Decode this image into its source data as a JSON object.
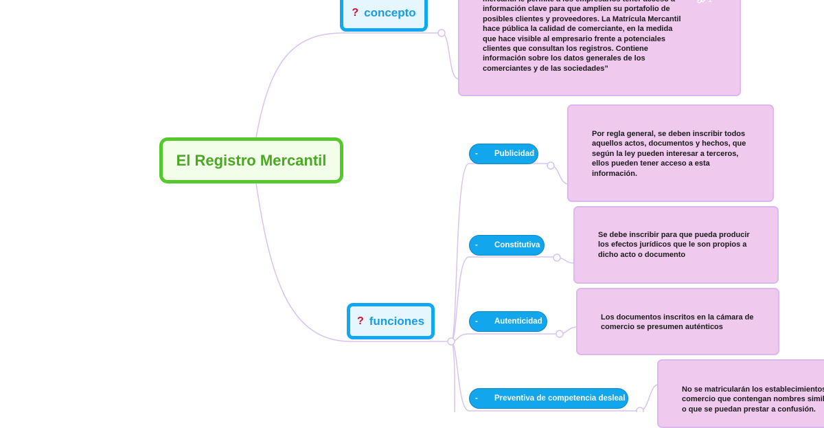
{
  "root": {
    "label": "El Registro Mercantil"
  },
  "topics": {
    "concepto": {
      "marker": "?",
      "label": "concepto"
    },
    "funciones": {
      "marker": "?",
      "label": "funciones"
    }
  },
  "notes": {
    "concepto": "mercantil le permite a los empresarios tener acceso a\ninformación clave para que amplíen su portafolio de\nposibles clientes y proveedores. La Matrícula Mercantil\nhace pública la calidad de comerciante, en la medida\nque hace visible al empresario frente a potenciales\nclientes que consultan los registros. Contiene\ninformación sobre los datos generales de los\ncomerciantes y de las sociedades”",
    "concepto_link_count": "1",
    "publicidad": "Por regla general, se deben inscribir todos\naquellos actos, documentos y hechos, que\nsegún la ley pueden interesar a terceros,\nellos pueden tener acceso a esta\ninformación.",
    "constitutiva": "Se debe inscribir para que pueda producir\nlos efectos jurídicos que le son propios a\ndicho acto o documento",
    "autenticidad": "Los documentos inscritos en la cámara de\ncomercio se presumen auténticos",
    "preventiva": "No se matricularán los establecimientos de\ncomercio que contengan nombres similares\no que se puedan prestar a confusión."
  },
  "funciones": [
    {
      "bullet": "-",
      "label": "Publicidad"
    },
    {
      "bullet": "-",
      "label": "Constitutiva"
    },
    {
      "bullet": "-",
      "label": "Autenticidad"
    },
    {
      "bullet": "-",
      "label": "Preventiva de competencia desleal"
    }
  ],
  "colors": {
    "root_border": "#55c92c",
    "topic_border": "#12a8f0",
    "pill": "#12a6ec",
    "note": "#efc9ee",
    "connector": "#d8c3ef",
    "marker": "#d0122a"
  },
  "icons": {
    "question": "question-mark-icon",
    "link": "link-icon"
  }
}
